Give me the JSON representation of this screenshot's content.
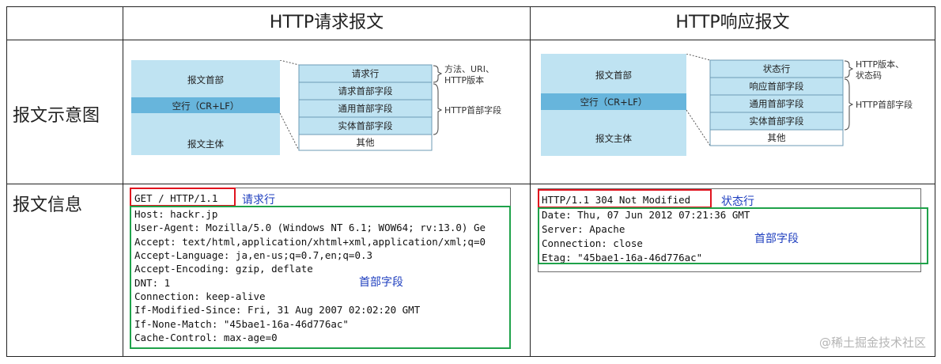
{
  "headers": {
    "request": "HTTP请求报文",
    "response": "HTTP响应报文"
  },
  "row_labels": {
    "diagram": "报文示意图",
    "info": "报文信息"
  },
  "request_diagram": {
    "left_blocks": [
      "报文首部",
      "空行（CR+LF）",
      "报文主体"
    ],
    "right_rows": [
      "请求行",
      "请求首部字段",
      "通用首部字段",
      "实体首部字段",
      "其他"
    ],
    "brace_labels": [
      "方法、URI、",
      "HTTP版本",
      "HTTP首部字段"
    ]
  },
  "response_diagram": {
    "left_blocks": [
      "报文首部",
      "空行（CR+LF）",
      "报文主体"
    ],
    "right_rows": [
      "状态行",
      "响应首部字段",
      "通用首部字段",
      "实体首部字段",
      "其他"
    ],
    "brace_labels": [
      "HTTP版本、",
      "状态码",
      "HTTP首部字段"
    ]
  },
  "request_message": {
    "first_line": "GET / HTTP/1.1",
    "headers": [
      "Host: hackr.jp",
      "User-Agent: Mozilla/5.0 (Windows NT 6.1; WOW64; rv:13.0) Ge",
      "Accept: text/html,application/xhtml+xml,application/xml;q=0",
      "Accept-Language: ja,en-us;q=0.7,en;q=0.3",
      "Accept-Encoding: gzip, deflate",
      "DNT: 1",
      "Connection: keep-alive",
      "If-Modified-Since: Fri, 31 Aug 2007 02:02:20 GMT",
      "If-None-Match: \"45bae1-16a-46d776ac\"",
      "Cache-Control: max-age=0"
    ],
    "first_line_label": "请求行",
    "headers_label": "首部字段"
  },
  "response_message": {
    "first_line": "HTTP/1.1 304 Not Modified",
    "headers": [
      "Date: Thu, 07 Jun 2012 07:21:36 GMT",
      "Server: Apache",
      "Connection: close",
      "Etag: \"45bae1-16a-46d776ac\""
    ],
    "first_line_label": "状态行",
    "headers_label": "首部字段"
  },
  "watermark": "@稀土掘金技术社区",
  "colors": {
    "highlight_red": "#e0141e",
    "highlight_green": "#1fa24a",
    "label_blue": "#1f3fbf",
    "diagram_fill": "#bfe3f2",
    "diagram_band": "#67b5dc"
  }
}
